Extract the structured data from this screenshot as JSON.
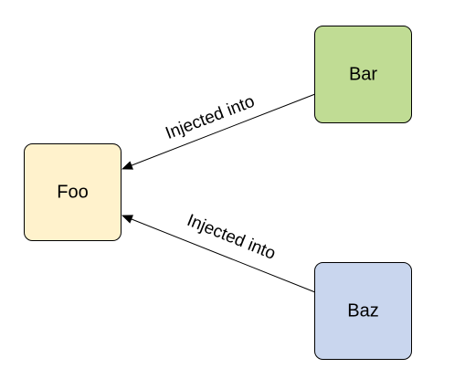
{
  "nodes": {
    "foo": {
      "label": "Foo",
      "fill": "#fff2cc"
    },
    "bar": {
      "label": "Bar",
      "fill": "#c0dc94"
    },
    "baz": {
      "label": "Baz",
      "fill": "#c9d6ee"
    }
  },
  "edges": {
    "bar_to_foo": {
      "label": "Injected into"
    },
    "baz_to_foo": {
      "label": "Injected into"
    }
  },
  "colors": {
    "stroke": "#000000",
    "background": "#ffffff"
  }
}
